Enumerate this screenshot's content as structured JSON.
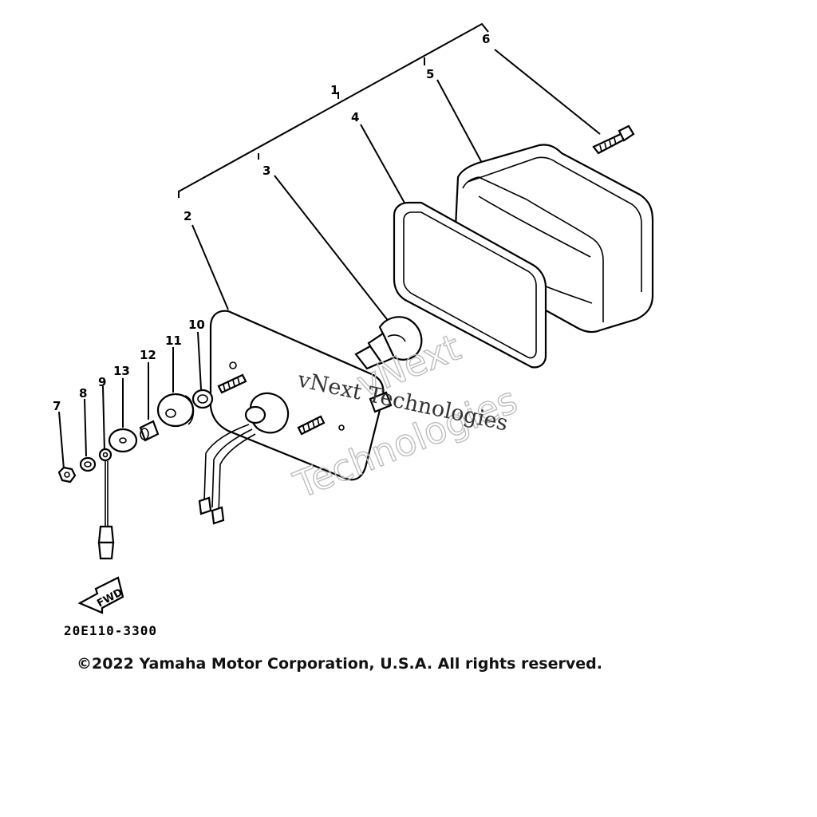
{
  "diagram": {
    "callouts": {
      "c1": "1",
      "c2": "2",
      "c3": "3",
      "c4": "4",
      "c5": "5",
      "c6": "6",
      "c7": "7",
      "c8": "8",
      "c9": "9",
      "c10": "10",
      "c11": "11",
      "c12": "12",
      "c13": "13"
    },
    "fwd_label": "FWD",
    "part_code": "20E110-3300",
    "copyright": "©2022 Yamaha Motor Corporation, U.S.A. All rights reserved.",
    "watermark_primary": "vNext Technologies",
    "watermark_secondary_line1": "vNext",
    "watermark_secondary_line2": "Technologies"
  }
}
